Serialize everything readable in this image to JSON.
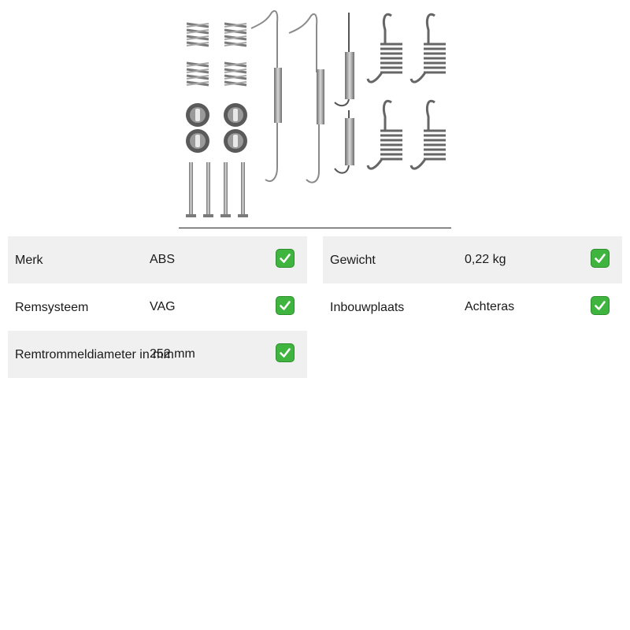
{
  "specs": {
    "left": [
      {
        "label": "Merk",
        "value": "ABS"
      },
      {
        "label": "Remsysteem",
        "value": "VAG"
      },
      {
        "label": "Remtrommeldiameter in mm",
        "value": "252 mm"
      }
    ],
    "right": [
      {
        "label": "Gewicht",
        "value": "0,22 kg"
      },
      {
        "label": "Inbouwplaats",
        "value": "Achteras"
      }
    ]
  },
  "icons": {
    "check": "check-mark-icon",
    "product": "brake-spring-kit-image"
  },
  "colors": {
    "row_shade": "#f0f0f0",
    "check_green": "#3fb43f"
  }
}
